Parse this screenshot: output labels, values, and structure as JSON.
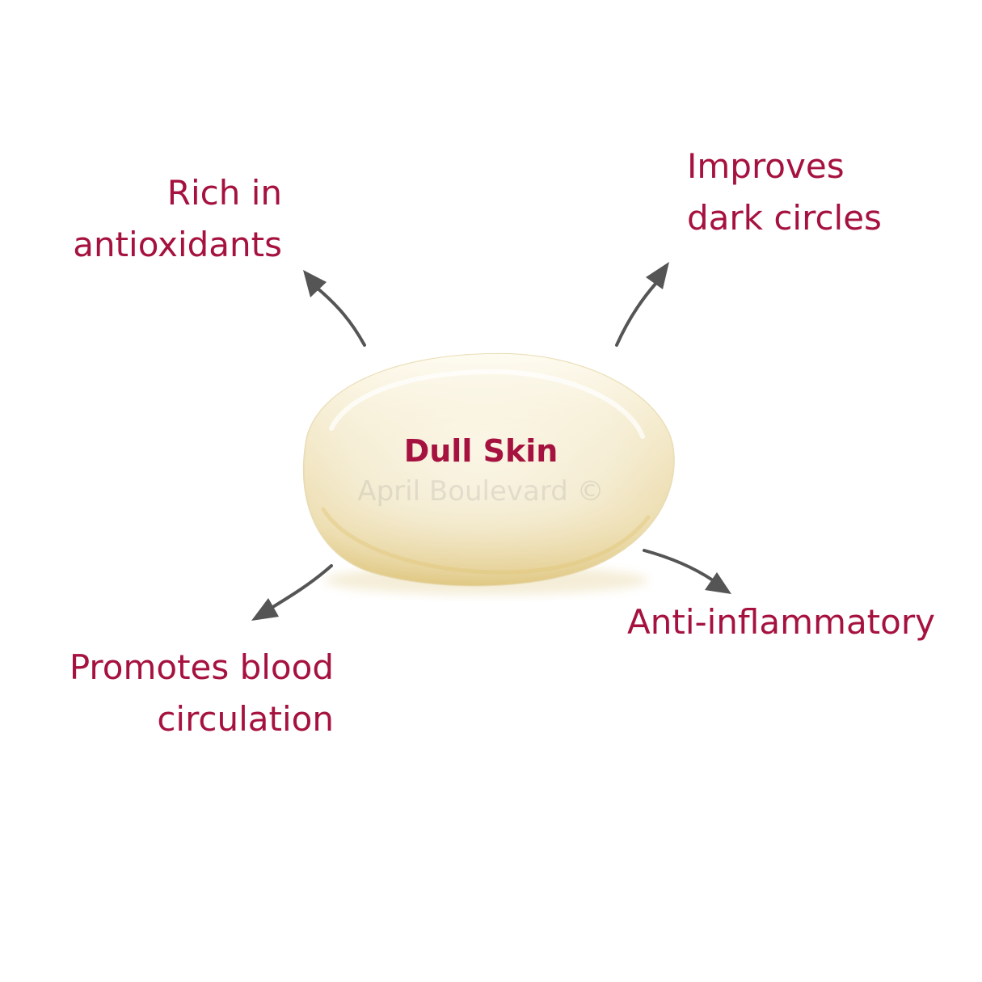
{
  "center": {
    "title": "Dull Skin",
    "watermark": "April Boulevard ©"
  },
  "benefits": {
    "top_left": {
      "line1": "Rich in",
      "line2": "antioxidants"
    },
    "top_right": {
      "line1": "Improves",
      "line2": "dark circles"
    },
    "bottom_left": {
      "line1": "Promotes blood",
      "line2": "circulation"
    },
    "bottom_right": {
      "line1": "Anti-inflammatory"
    }
  },
  "colors": {
    "label": "#a6123f",
    "arrow": "#555555",
    "drop": "#f2e8c6"
  }
}
